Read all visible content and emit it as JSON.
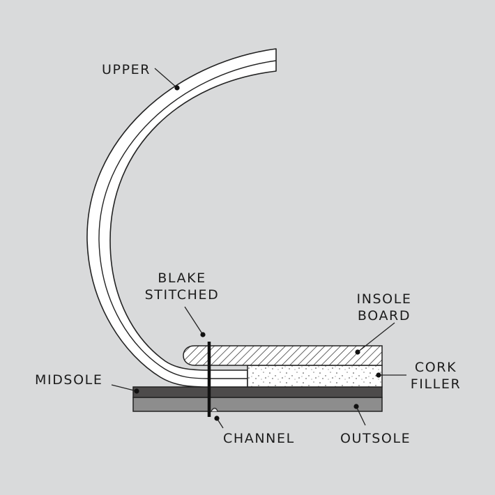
{
  "labels": {
    "upper": "UPPER",
    "blake_line1": "BLAKE",
    "blake_line2": "STITCHED",
    "insole_line1": "INSOLE",
    "insole_line2": "BOARD",
    "cork_line1": "CORK",
    "cork_line2": "FILLER",
    "midsole": "MIDSOLE",
    "channel": "CHANNEL",
    "outsole": "OUTSOLE"
  },
  "colors": {
    "background": "#d9dadb",
    "line": "#222222",
    "layer_fill": "#ffffff",
    "midsole": "#4d4b4b",
    "outsole": "#8d8d8d"
  }
}
